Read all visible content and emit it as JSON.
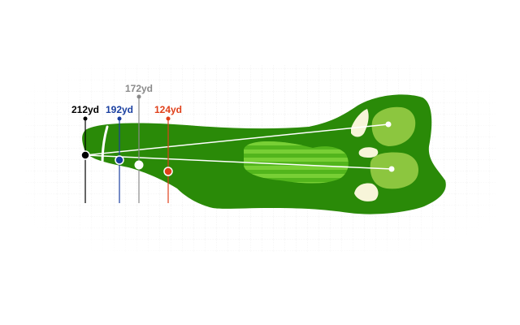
{
  "hole": {
    "markers": [
      {
        "label": "212yd",
        "color": "#000000"
      },
      {
        "label": "192yd",
        "color": "#1a3fa0"
      },
      {
        "label": "172yd",
        "color": "#8a8a8a"
      },
      {
        "label": "124yd",
        "color": "#e0401a"
      }
    ]
  },
  "colors": {
    "grid": "#e6e6e6",
    "rough": "#2a8a08",
    "fairway": "#52b51c",
    "fairway_stripe": "#7fd43a",
    "green": "#8cc63f",
    "bunker": "#f7f5d9",
    "shot_line": "#ffffff"
  }
}
